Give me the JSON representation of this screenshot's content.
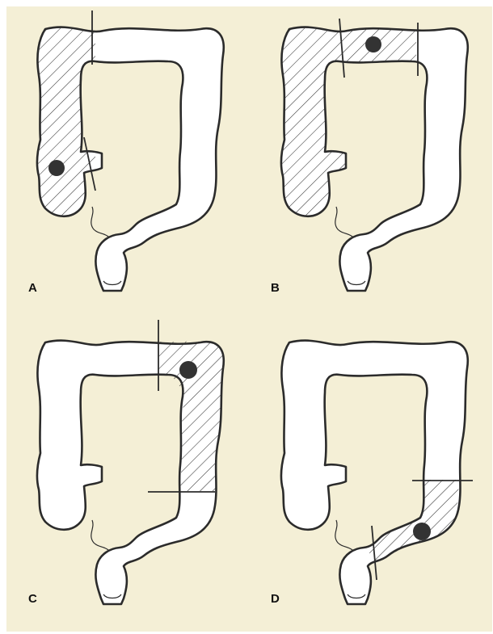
{
  "figure": {
    "background": "#f4efd6",
    "panels": [
      {
        "id": "A",
        "label": "A",
        "resected_segment": "right-colon"
      },
      {
        "id": "B",
        "label": "B",
        "resected_segment": "extended-right-transverse"
      },
      {
        "id": "C",
        "label": "C",
        "resected_segment": "splenic-flexure-descending"
      },
      {
        "id": "D",
        "label": "D",
        "resected_segment": "sigmoid"
      }
    ]
  }
}
